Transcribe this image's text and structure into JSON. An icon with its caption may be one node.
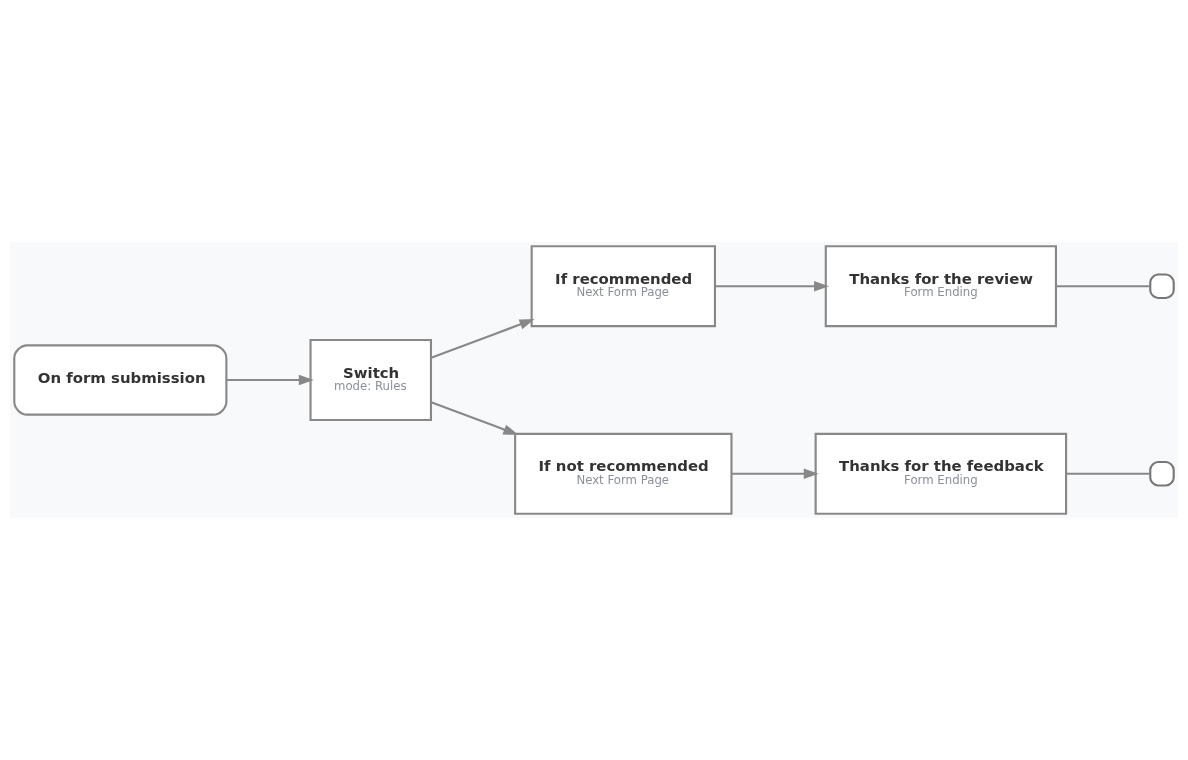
{
  "diagram": {
    "nodes": [
      {
        "text": [
          "On form submission"
        ]
      },
      {
        "text": [
          "Switch",
          "mode: Rules"
        ]
      },
      {
        "text": [
          "If recommended",
          "Next Form Page"
        ]
      },
      {
        "text": [
          "Thanks for the review",
          "Form Ending"
        ]
      },
      {
        "text": [],
        "shape": "box"
      },
      {
        "text": [
          "If not recommended",
          "Next Form Page"
        ]
      },
      {
        "text": [
          "Thanks for the feedback",
          "Form Ending"
        ]
      },
      {
        "text": [],
        "shape": "box"
      }
    ],
    "edges": [
      {
        "from": 0,
        "to": 1,
        "arrow": "to"
      },
      {
        "from": 1,
        "to": 2,
        "arrow": "to"
      },
      {
        "from": 1,
        "to": 5,
        "arrow": "to"
      },
      {
        "from": 2,
        "to": 3,
        "arrow": "to"
      },
      {
        "from": 3,
        "to": 4,
        "arrow": "none"
      },
      {
        "from": 5,
        "to": 6,
        "arrow": "to"
      },
      {
        "from": 6,
        "to": 7,
        "arrow": "none"
      }
    ]
  }
}
